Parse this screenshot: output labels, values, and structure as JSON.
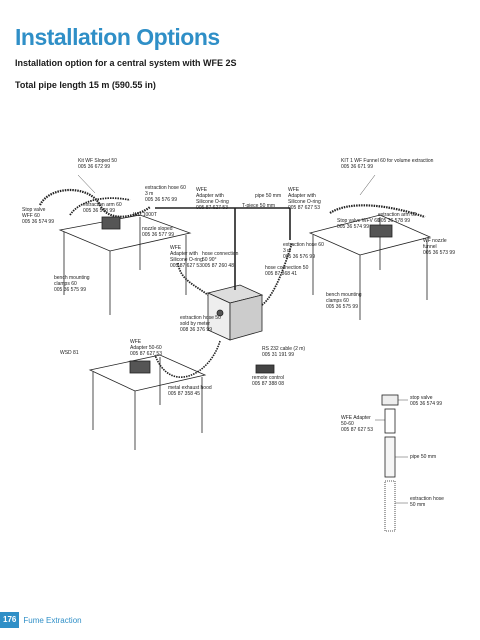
{
  "header": {
    "title": "Installation Options",
    "subtitle": "Installation option for a central system with WFE 2S",
    "pipe_length": "Total pipe length 15 m (590.55 in)"
  },
  "labels": {
    "kit_wf_sloped": "Kit WF Sloped 50\n005 36 672 99",
    "kit_wf_funnel": "KIT 1 WF Funnel 60 for volume extraction\n005 36 671 99",
    "stop_valve_left": "Stop valve\nWFF 60\n005 36 574 99",
    "extraction_arm": "extraction arm 60\n005 36 578 99",
    "extraction_hose_top": "extraction hose 60\n3 m\n005 36 576 99",
    "wd_1000t": "WD 1000T",
    "nozzle_sloped": "nozzle sloped\n005 36 577 99",
    "wfe_adapter_top": "WFE\nAdapter with\nSilicone O-ring\n005 87 627 53",
    "pipe_50": "pipe 50 mm",
    "t_piece": "T-piece 50 mm",
    "wfe_adapter_top_right": "WFE\nAdapter with\nSilicone O-ring\n005 87 627 53",
    "wfe_adapter_mid": "WFE\nAdapter with\nSilicone O-ring\n005 87 627 53",
    "hose_connection_left": "hose connection\n50 90°\n005 87 260 48",
    "extraction_hose_right": "extraction hose 60\n3 m\n005 36 576 99",
    "hose_connection_right": "hose connection 50\n005 87 368 41",
    "stop_valve_right": "Stop valve WFV 60\n005 36 574 99",
    "extraction_arm_right": "extraction arm 60\n005 36 578 99",
    "wf_nozzle_funnel": "WF nozzle funnel\n005 36 573 99",
    "bench_clamps_left": "bench mounting\nclamps 60\n005 36 575 99",
    "bench_clamps_right": "bench mounting\nclamps 60\n005 36 575 99",
    "extraction_hose_meter": "extraction hose 50\nsold by meter\n008 36 376 99",
    "wfe_adapter_bottom": "WFE\nAdapter 50-60\n005 87 627 53",
    "rs232": "RS 232 cable (2 m)\n005 31 191 99",
    "wsd_81": "WSD 81",
    "remote_control": "remote control\n005 87 388 08",
    "metal_exhaust": "metal exhaust hood\n005 87 358 45",
    "stop_valve_detail": "stop valve\n005 36 574 99",
    "wfe_adapter_detail": "WFE Adapter\n50-60\n005 87 627 53",
    "pipe_detail": "pipe 50 mm",
    "extraction_hose_detail": "extraction hose\n50 mm"
  },
  "footer": {
    "page_number": "176",
    "section": "Fume Extraction"
  }
}
